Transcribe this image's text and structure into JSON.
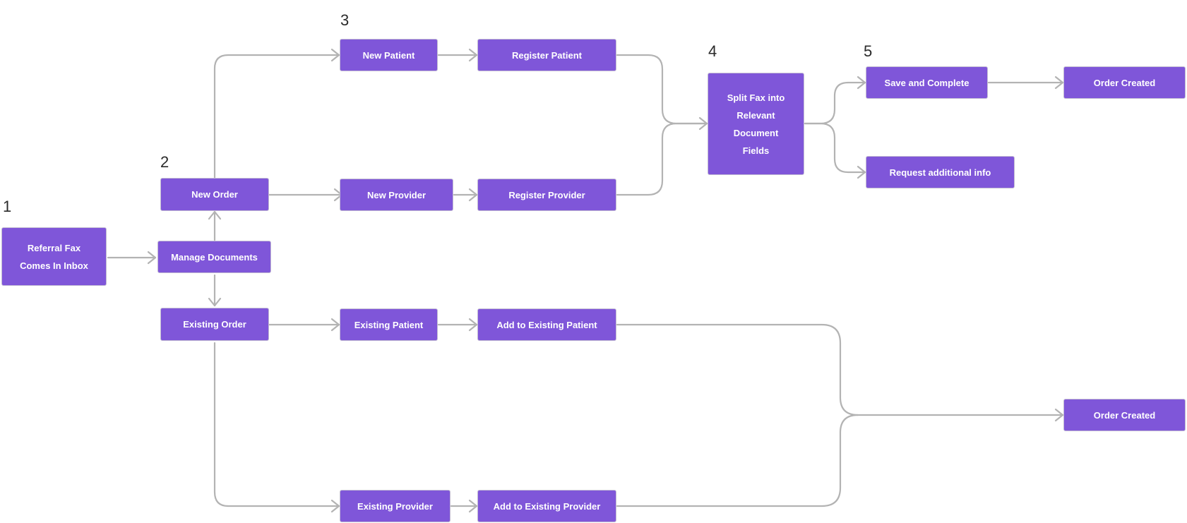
{
  "steps": {
    "s1": "1",
    "s2": "2",
    "s3": "3",
    "s4": "4",
    "s5": "5"
  },
  "nodes": {
    "referral_fax": "Referral Fax Comes In Inbox",
    "manage_documents": "Manage Documents",
    "new_order": "New Order",
    "existing_order": "Existing Order",
    "new_patient": "New Patient",
    "register_patient": "Register Patient",
    "new_provider": "New Provider",
    "register_provider": "Register Provider",
    "split_fax": "Split Fax into Relevant Document Fields",
    "save_complete": "Save and Complete",
    "order_created_top": "Order Created",
    "request_info": "Request additional info",
    "existing_patient": "Existing Patient",
    "add_existing_patient": "Add to Existing Patient",
    "existing_provider": "Existing Provider",
    "add_existing_provider": "Add to Existing Provider",
    "order_created_bottom": "Order Created"
  },
  "colors": {
    "node_fill": "#7f56d9",
    "node_border": "#c3bcd3",
    "edge": "#b3b3b3"
  }
}
